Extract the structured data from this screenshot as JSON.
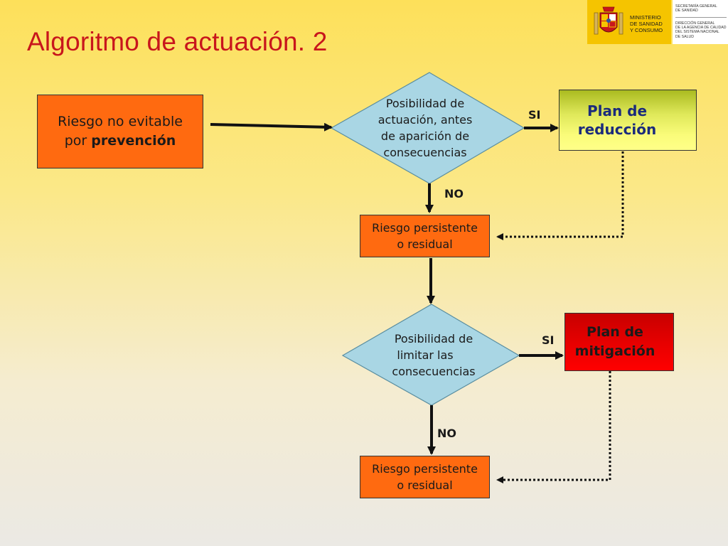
{
  "slide": {
    "title": "Algoritmo de actuación. 2"
  },
  "logo": {
    "ministry": [
      "MINISTERIO",
      "DE SANIDAD",
      "Y CONSUMO"
    ],
    "secretaria": [
      "SECRETARÍA GENERAL",
      "DE SANIDAD"
    ],
    "direccion": [
      "DIRECCIÓN GENERAL",
      "DE LA AGENCIA DE CALIDAD",
      "DEL SISTEMA NACIONAL",
      "DE SALUD"
    ]
  },
  "nodes": {
    "start": {
      "line1": "Riesgo no evitable",
      "line2_prefix": "por ",
      "line2_bold": "prevención"
    },
    "decision1": [
      "Posibilidad de",
      "actuación, antes",
      "de aparición de",
      "consecuencias"
    ],
    "reduction_plan": [
      "Plan de",
      "reducción"
    ],
    "residual1": [
      "Riesgo persistente",
      "o residual"
    ],
    "decision2": [
      "Posibilidad de",
      "limitar las",
      "consecuencias"
    ],
    "mitigation_plan": [
      "Plan de",
      "mitigación"
    ],
    "residual2": [
      "Riesgo persistente",
      "o residual"
    ]
  },
  "edge_labels": {
    "yes1": "SI",
    "no1": "NO",
    "yes2": "SI",
    "no2": "NO"
  },
  "colors": {
    "title": "#c8161c",
    "box_orange": "#ff6a10",
    "diamond": "#a9d6e4",
    "plan_red": "#ff0000",
    "plan_yellow": "#fafc7a",
    "plan_text_blue": "#1b2b7c"
  }
}
